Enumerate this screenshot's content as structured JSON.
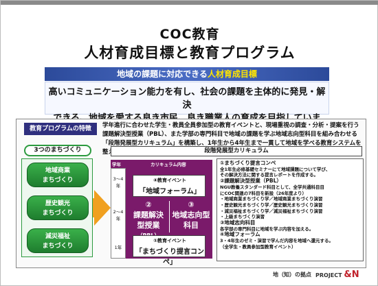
{
  "title_line1": "COC教育",
  "title_line2": "人材育成目標と教育プログラム",
  "goal": {
    "banner_prefix": "地域の課題に対応できる",
    "banner_highlight": "人材育成目標",
    "line1": "高いコミュニケーション能力を有し、社会の課題を主体的に発見・解決",
    "line2": "できる、地域を愛する良き市民、良き職業人の育成を目指しています。"
  },
  "feature": {
    "label": "教育プログラムの特徴",
    "text": "学年進行に合わせた学生・教員全員参加型の教育イベントと、現場重視の調査・分析・提案を行う課題解決型授業（PBL）、また学部の専門科目で地域の課題を学ぶ地域志向型科目を組み合わせる「段階発展型カリキュラム」を構築し、1年生から4年生まで一貫して地域を学べる教育システムを整えています。"
  },
  "three": {
    "label": "3つのまちづくり",
    "items": [
      {
        "line1": "地域商業",
        "line2": "まちづくり"
      },
      {
        "line1": "歴史観光",
        "line2": "まちづくり"
      },
      {
        "line1": "減災福祉",
        "line2": "まちづくり"
      }
    ]
  },
  "curriculum": {
    "bar_label": "段階発展型カリキュラム",
    "head_grade": "学年",
    "head_content": "カリキュラム内容",
    "grade_top": "3〜4年",
    "grade_mid": "2〜4年",
    "grade_bottom": "1年",
    "top_event_small": "④教育イベント",
    "top_event_name": "「地域フォーラム」",
    "mid_left_num": "②",
    "mid_left_l1": "課題解決",
    "mid_left_l2": "型授業",
    "mid_left_l3": "（PBL）",
    "mid_right_num": "③",
    "mid_right_l1": "地域志向型",
    "mid_right_l2": "科目",
    "bottom_event_small": "①教育イベント",
    "bottom_event_name": "「まちづくり提言コンペ」"
  },
  "details": {
    "h1": "①まちづくり提言コンペ",
    "l1a": "全1年生必修基礎セミナーにて地域課題について学び、",
    "l1b": "その解決方法に関する提言レポートを作成する。",
    "h2": "②課題解決型授業（PBL）",
    "l2a": "NGU教養スタンダード科目として、全学共通科目目",
    "l2b": "にCOC関連の7科目を新設（26年度より）",
    "l2c": "・地域商業まちづくり学／地域商業まちづくり演習",
    "l2d": "・歴史観光まちづくり学／歴史観光まちづくり演習",
    "l2e": "・減災福祉まちづくり学／減災福祉まちづくり演習",
    "l2f": "・上級まちづくり演習",
    "h3": "③地域志向科目",
    "l3a": "各学部の専門科目に地域を学ぶ内容を加える。",
    "h4": "④地域フォーラム",
    "l4a": "3・4年生のゼミ・演習で学んだ内容を地域へ還元する。",
    "l4b": "（全学生・教員参加型教育イベント）"
  },
  "footer": {
    "logo_text": "地（知）の拠点",
    "project_text": "PROJECT",
    "project_mark": "&N"
  }
}
